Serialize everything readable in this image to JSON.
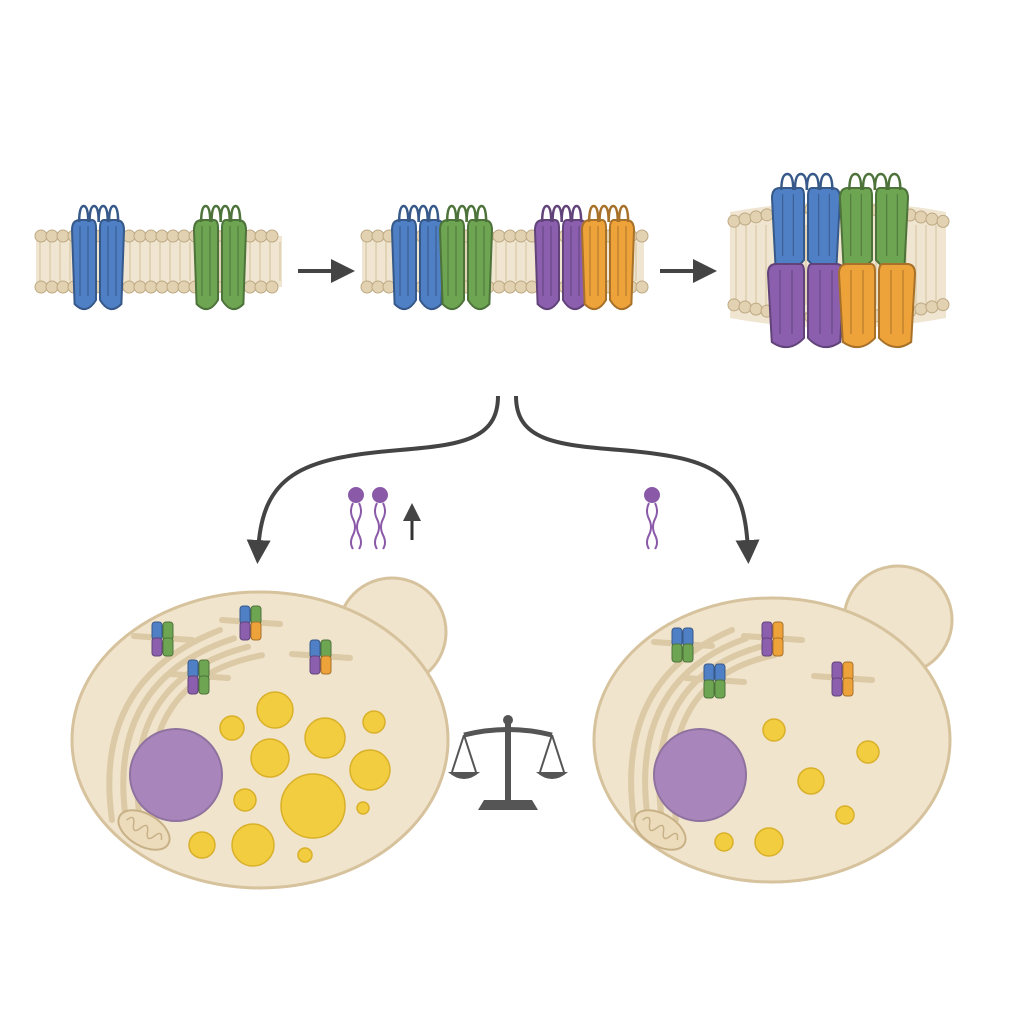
{
  "colors": {
    "background": "#ffffff",
    "membrane_head": "#e3d2b2",
    "membrane_head_stroke": "#bda982",
    "membrane_tail": "#efe5d0",
    "protein_blue": "#4f7fc4",
    "protein_green": "#6ea553",
    "protein_purple": "#8b5fae",
    "protein_orange": "#eea23a",
    "cell_fill": "#f1e4cc",
    "cell_stroke": "#d6c29c",
    "nucleus": "#a886bb",
    "lipid_droplet": "#f2cd3f",
    "arrow": "#444444",
    "scale_icon": "#555555",
    "lipid_molecule": "#8a5aa8"
  },
  "stages": [
    {
      "id": "monomers",
      "proteins": [
        "blue",
        "green"
      ]
    },
    {
      "id": "dimers",
      "proteins": [
        "blue",
        "green",
        "purple",
        "orange"
      ]
    },
    {
      "id": "oligomer",
      "proteins": [
        "blue",
        "green",
        "purple",
        "orange"
      ]
    }
  ],
  "cells": [
    {
      "id": "left-cell",
      "lipid_level": "high",
      "lipid_molecules": 2,
      "indicator": "up-arrow"
    },
    {
      "id": "right-cell",
      "lipid_level": "low",
      "lipid_molecules": 1,
      "indicator": "none"
    }
  ],
  "icons": [
    "scale-icon",
    "up-arrow-icon",
    "lipid-molecule-icon"
  ]
}
